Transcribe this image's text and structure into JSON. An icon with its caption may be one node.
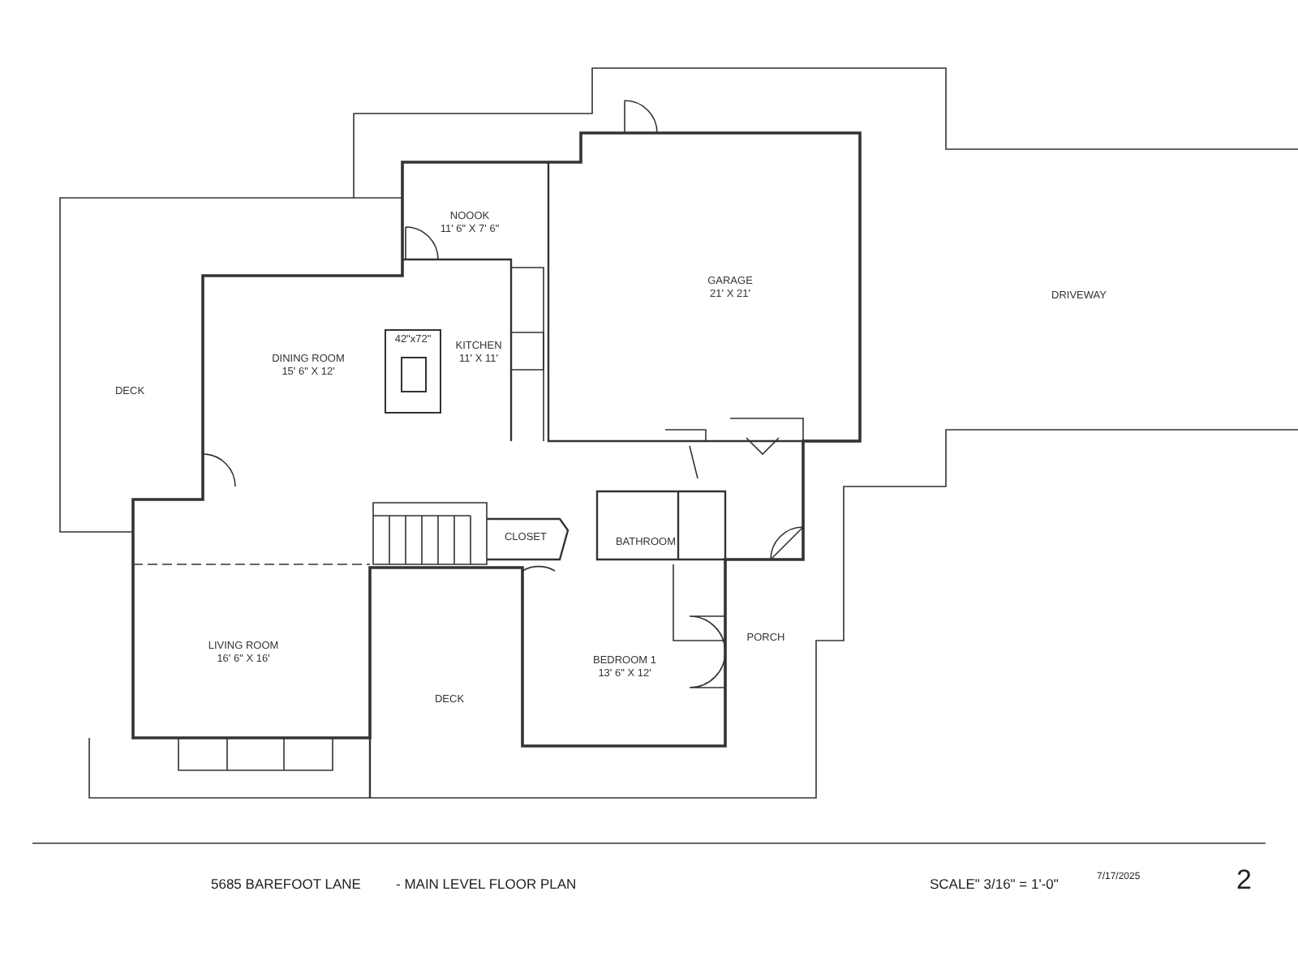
{
  "diagram": {
    "nodes": [
      {
        "text": [
          "NOOOK",
          "11' 6\" X 7' 6\""
        ]
      },
      {
        "text": [
          "GARAGE",
          "21' X 21'"
        ]
      },
      {
        "text": [
          "DRIVEWAY"
        ]
      },
      {
        "text": [
          "DECK"
        ]
      },
      {
        "text": [
          "DINING ROOM",
          "15' 6\" X 12'"
        ]
      },
      {
        "text": [
          "42\"x72\""
        ]
      },
      {
        "text": [
          "KITCHEN",
          "11' X 11'"
        ]
      },
      {
        "text": [
          "CLOSET"
        ]
      },
      {
        "text": [
          "BATHROOM"
        ]
      },
      {
        "text": [
          "LIVING ROOM",
          "16' 6\" X 16'"
        ]
      },
      {
        "text": [
          "PORCH"
        ]
      },
      {
        "text": [
          "BEDROOM 1",
          "13' 6\" X 12'"
        ]
      },
      {
        "text": [
          "DECK"
        ]
      }
    ],
    "labels": [
      "5685 BAREFOOT LANE",
      "- MAIN LEVEL FLOOR PLAN",
      "SCALE\" 3/16\" = 1'-0\"",
      "7/17/2025",
      "2"
    ]
  }
}
